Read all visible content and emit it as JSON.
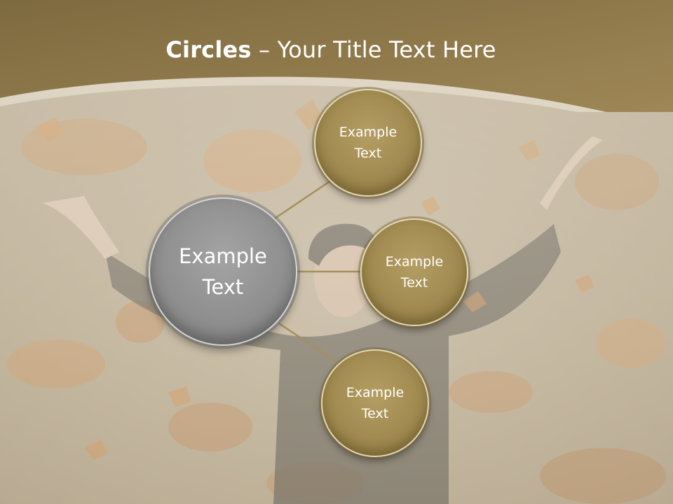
{
  "slide": {
    "title_strong": "Circles",
    "title_rest": " – Your Title Text Here"
  },
  "diagram": {
    "center": {
      "label": "Example\nText"
    },
    "satellites": [
      {
        "label": "Example\nText"
      },
      {
        "label": "Example\nText"
      },
      {
        "label": "Example\nText"
      }
    ]
  },
  "colors": {
    "header": "#8f7a4b",
    "gold_node": "#a08a50",
    "grey_node": "#8d8d8d",
    "connector": "#a68f5a"
  }
}
